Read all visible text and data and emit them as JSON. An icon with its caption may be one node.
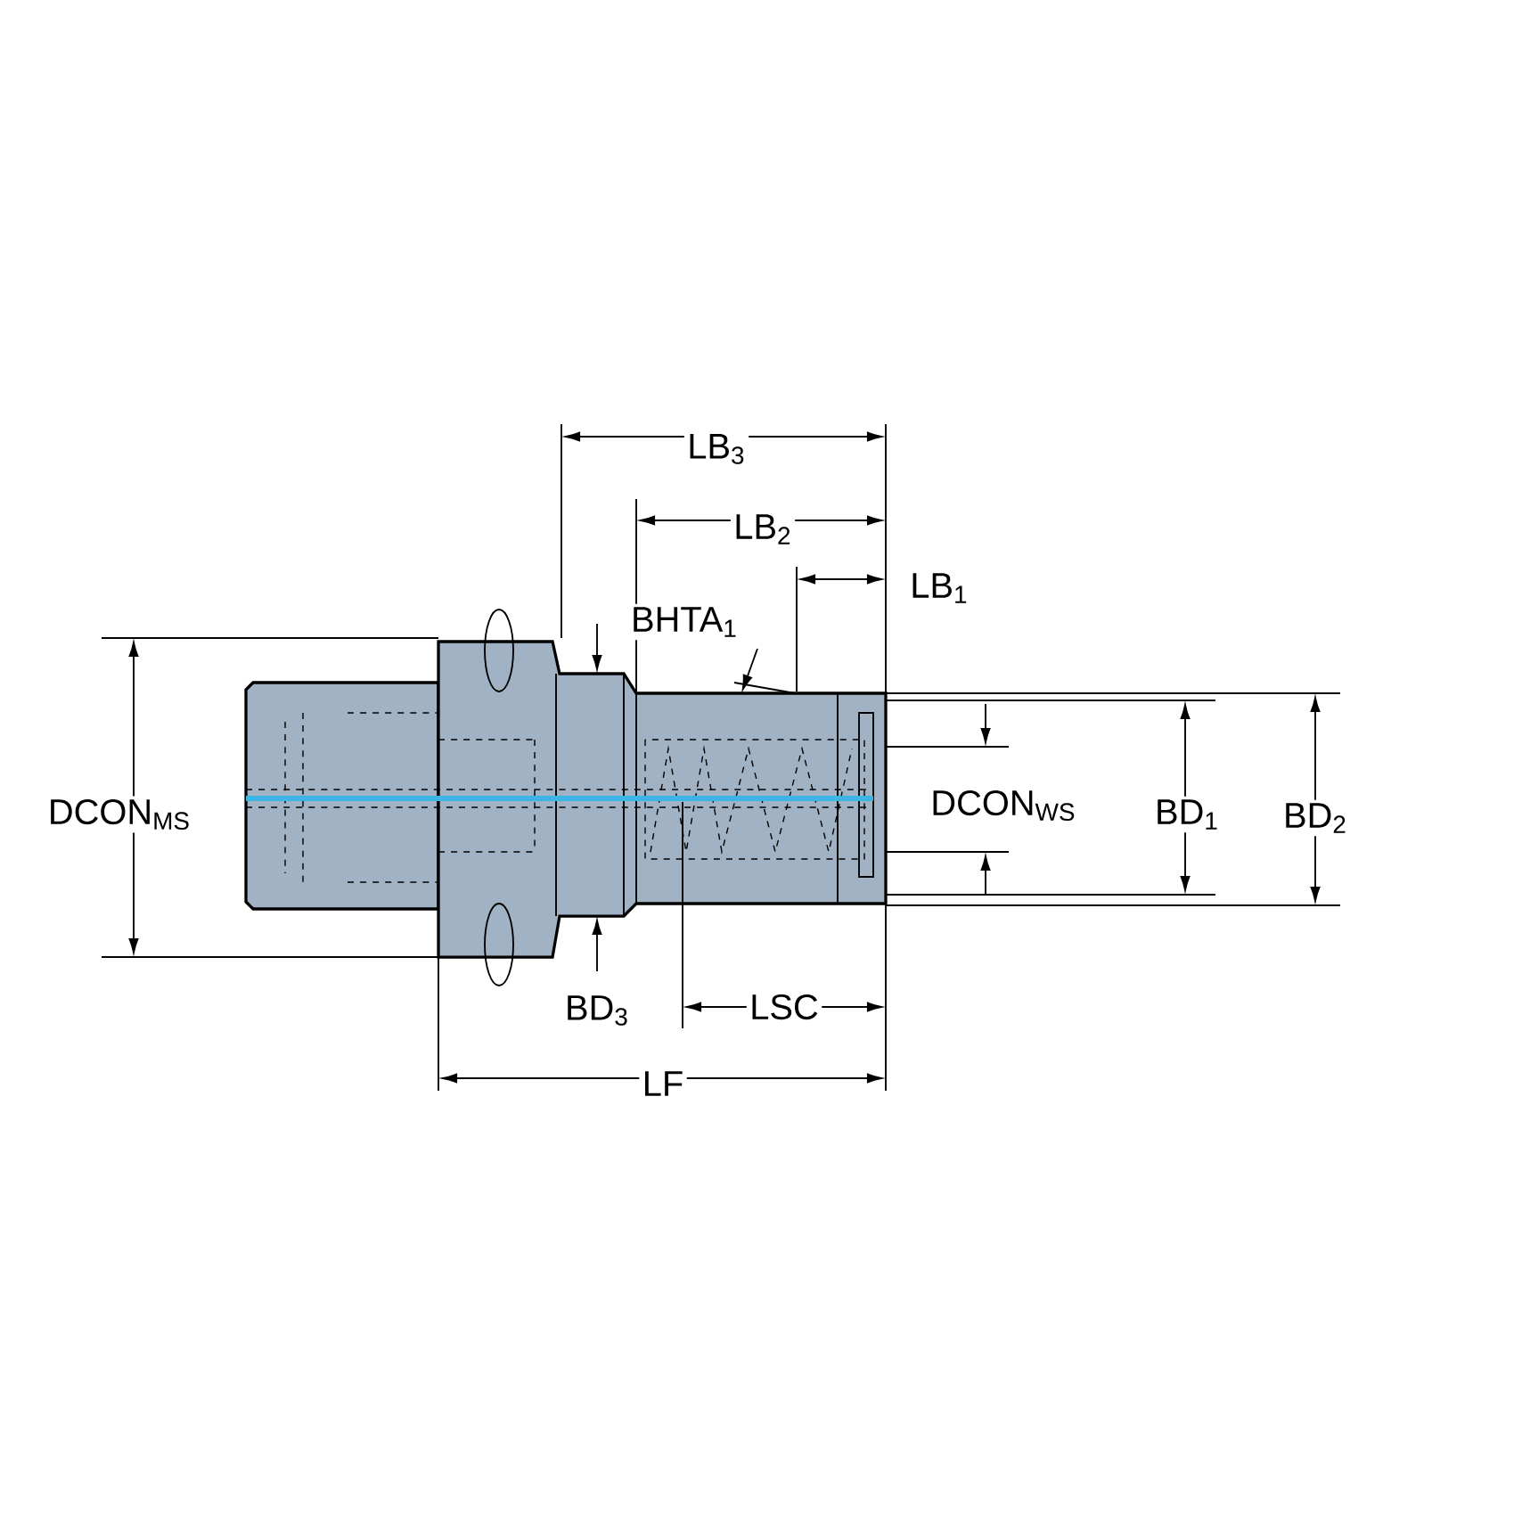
{
  "diagram": {
    "labels": [
      "LB$_{3}$",
      "LB$_{2}$",
      "LB$_{1}$",
      "BHTA$_{1}$",
      "DCON$_{MS}$",
      "DCON$_{WS}$",
      "BD$_{1}$",
      "BD$_{2}$",
      "BD$_{3}$",
      "LSC",
      "LF"
    ]
  }
}
